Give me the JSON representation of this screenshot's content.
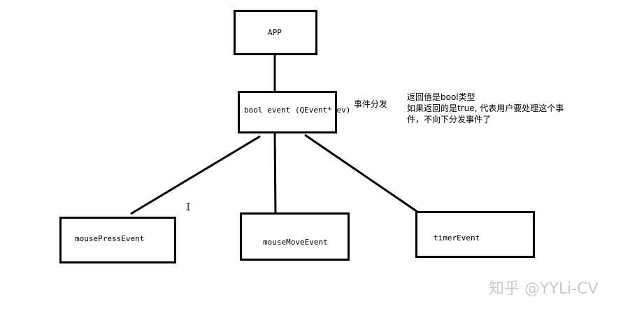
{
  "diagram": {
    "nodes": {
      "app": "APP",
      "event": "bool event (QEvent* ev)",
      "mouse_press": "mousePressEvent",
      "mouse_move": "mouseMoveEvent",
      "timer": "timerEvent"
    },
    "edge_label": "事件分发",
    "note": {
      "line1": "返回值是bool类型",
      "line2": "如果返回的是true, 代表用户要处理这个事",
      "line3": "件，不向下分发事件了"
    },
    "cursor": "I"
  },
  "watermark": "知乎 @YYLi-CV",
  "colors": {
    "stroke": "#000000",
    "background": "#ffffff",
    "watermark": "#c9c9c9"
  }
}
